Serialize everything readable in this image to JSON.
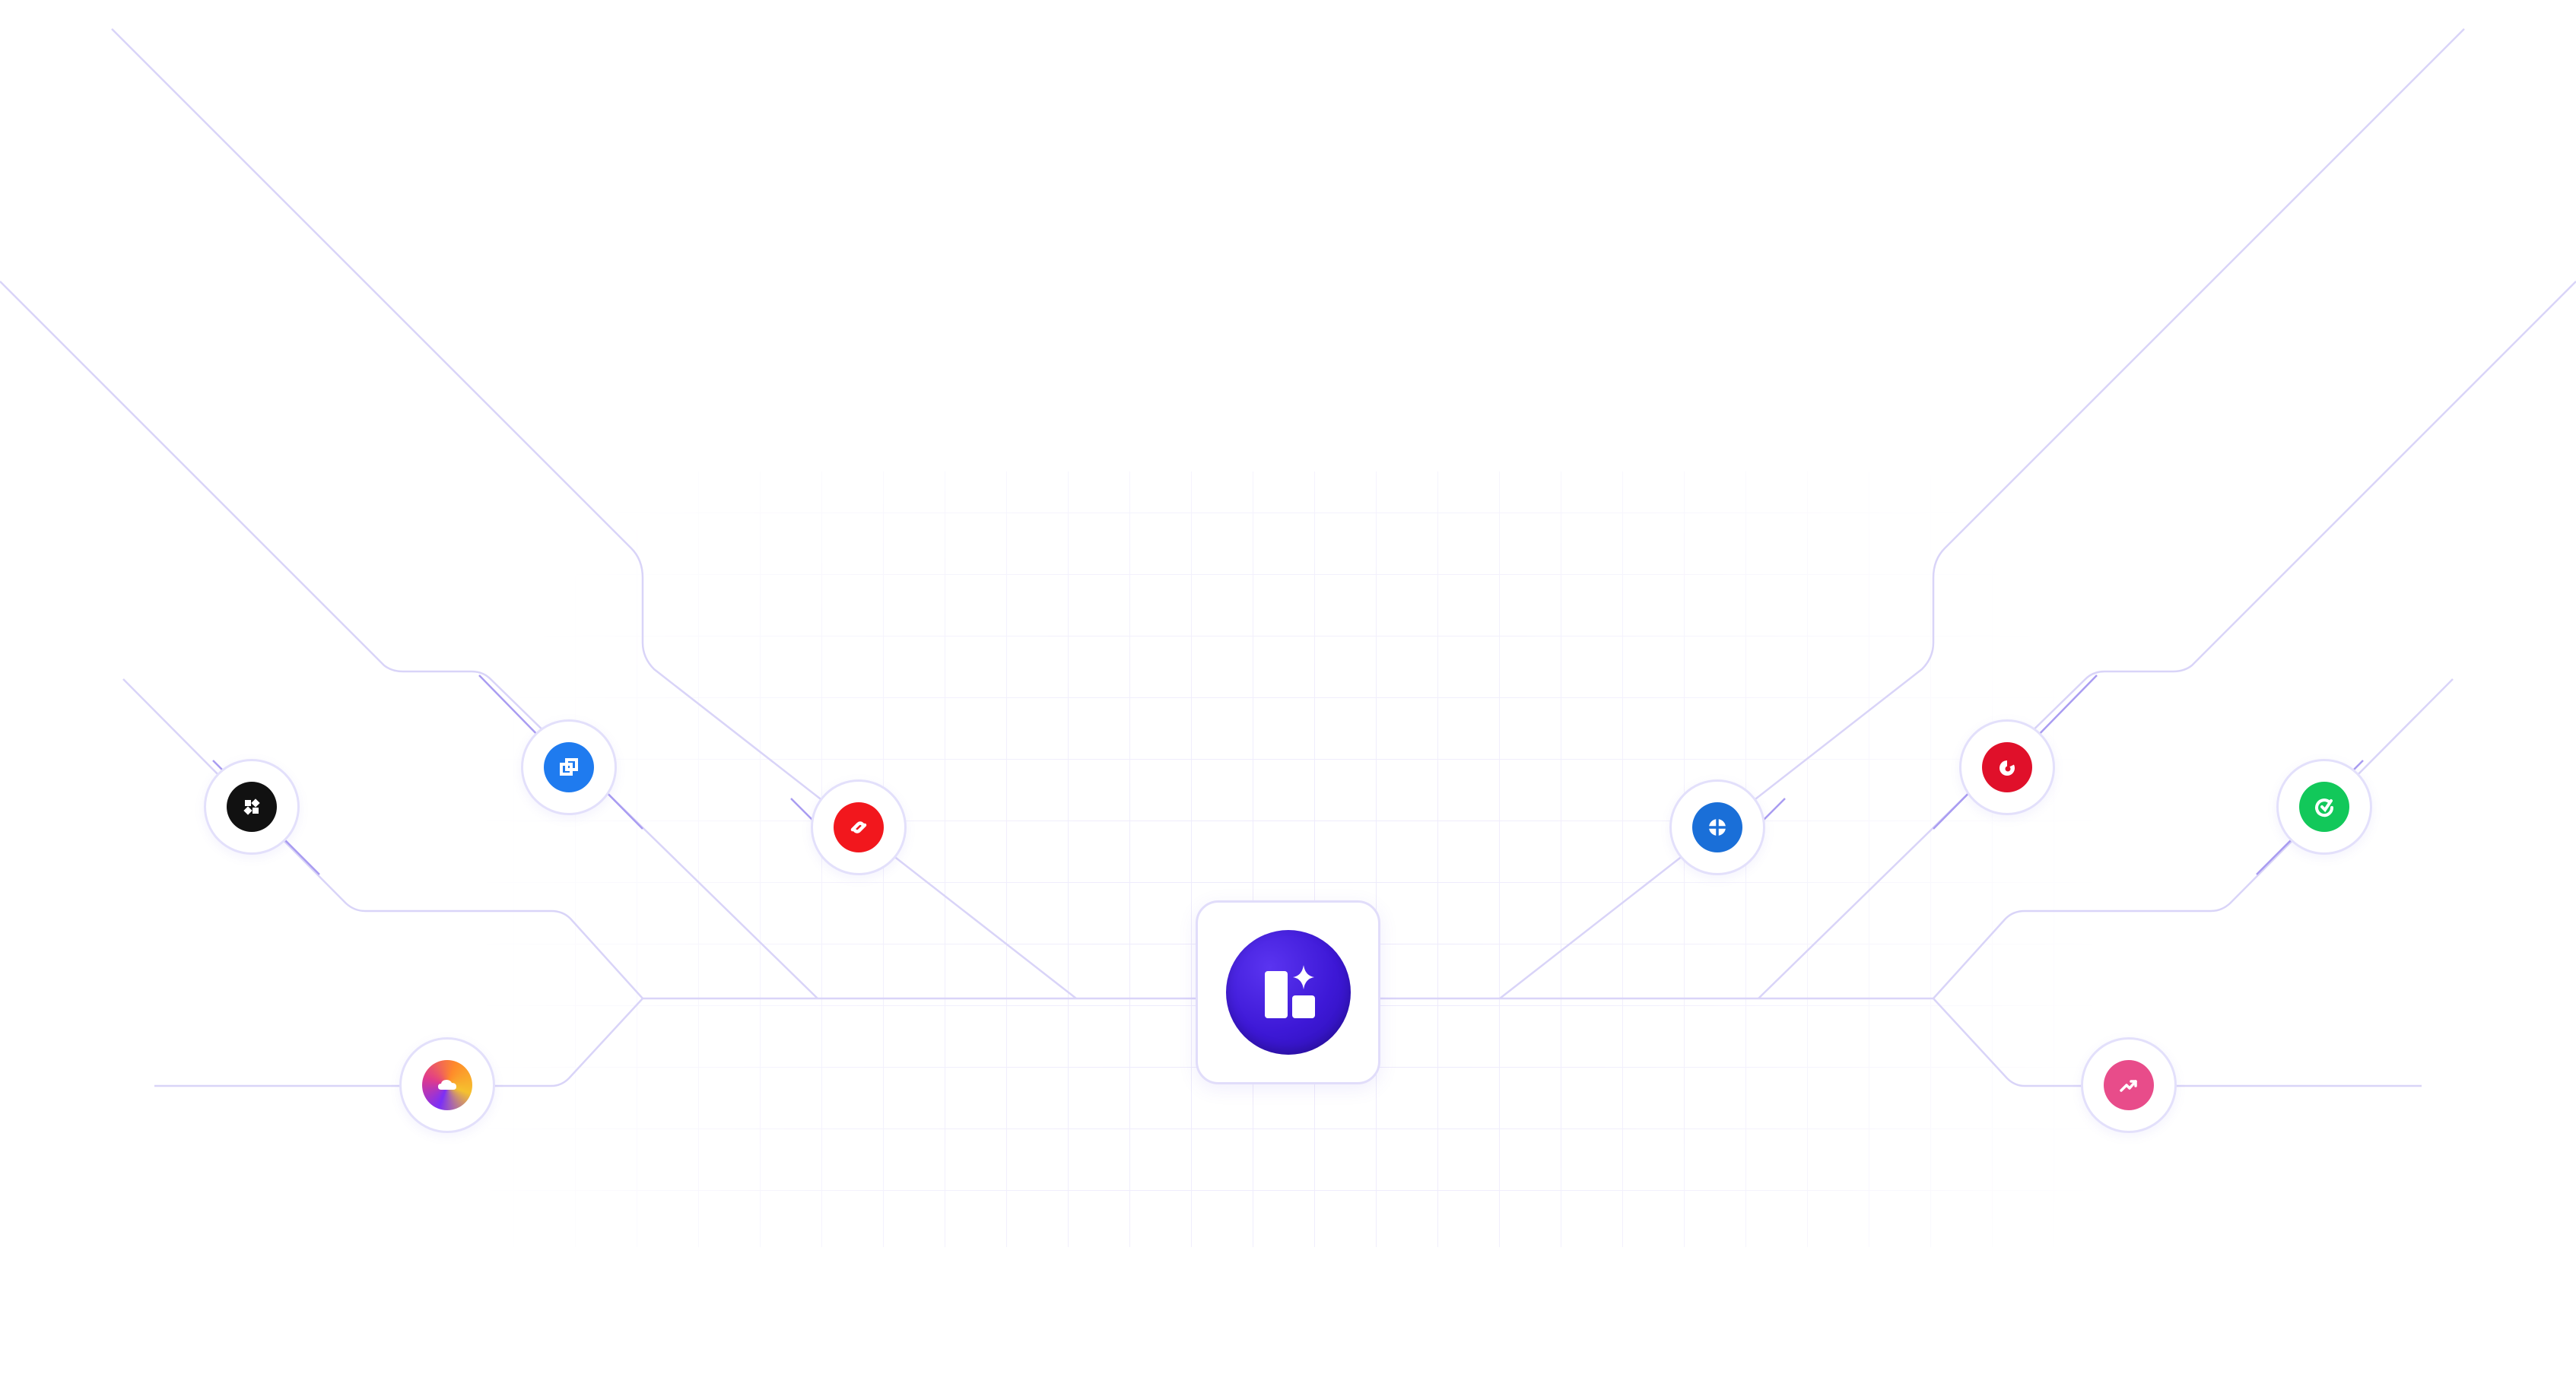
{
  "hub": {
    "icon": "spaces-sparkle-icon",
    "color": "#3d18d6"
  },
  "integrations": [
    {
      "id": "black-logo",
      "icon": "puzzle-diamond-icon",
      "color": "#111111"
    },
    {
      "id": "blue-square-logo",
      "icon": "nested-square-icon",
      "color": "#1f7bef"
    },
    {
      "id": "red-link-logo",
      "icon": "link-chain-icon",
      "color": "#f2171d"
    },
    {
      "id": "blue-compass-logo",
      "icon": "compass-icon",
      "color": "#1a6fd8"
    },
    {
      "id": "red-pie-logo",
      "icon": "pie-chart-icon",
      "color": "#e0102a"
    },
    {
      "id": "green-refresh-logo",
      "icon": "refresh-check-icon",
      "color": "#12c85a"
    },
    {
      "id": "gradient-cloud-logo",
      "icon": "cloud-icon",
      "color": "#c13cd9"
    },
    {
      "id": "pink-trend-logo",
      "icon": "trend-up-icon",
      "color": "#e84c8a"
    }
  ]
}
